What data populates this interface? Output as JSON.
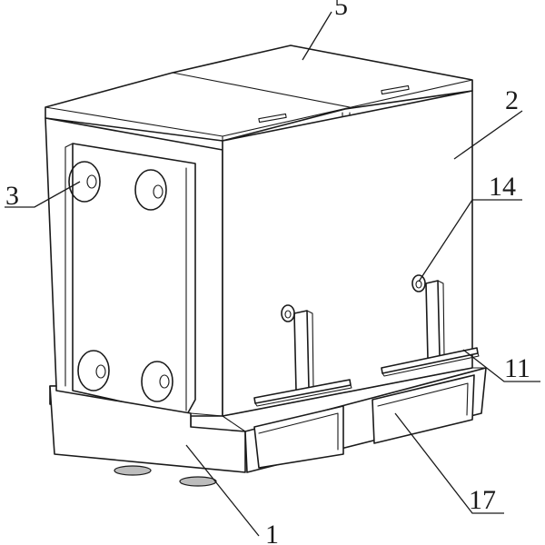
{
  "callouts": {
    "label_1": "1",
    "label_2": "2",
    "label_3": "3",
    "label_5": "5",
    "label_11": "11",
    "label_14": "14",
    "label_17": "17"
  }
}
